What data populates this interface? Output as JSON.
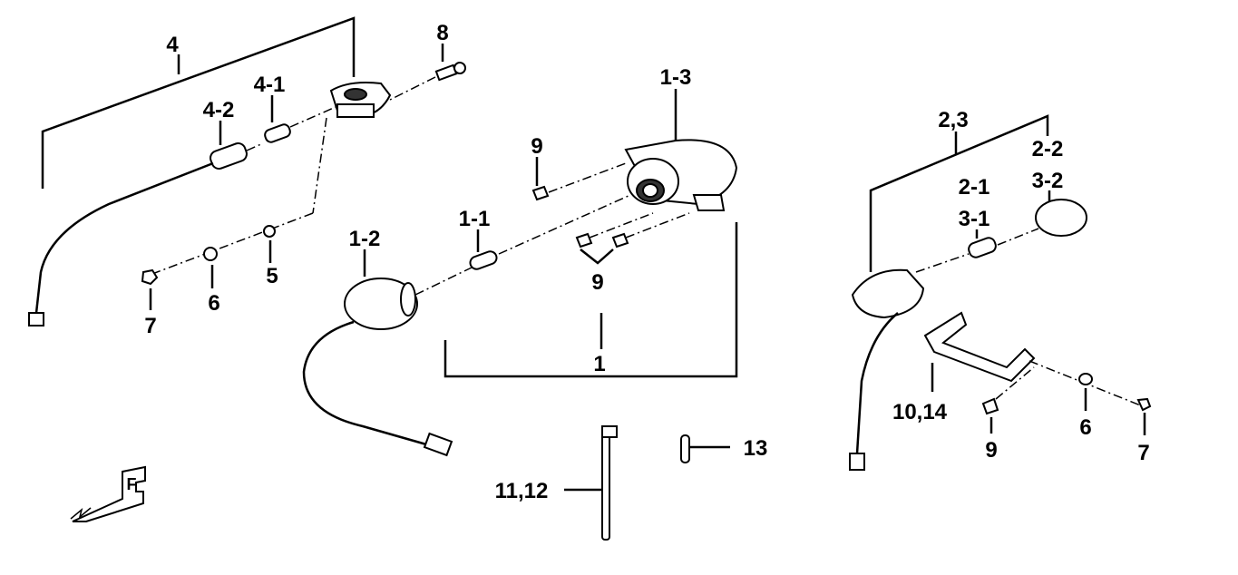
{
  "diagram": {
    "title": "Lighting parts exploded view",
    "labels": {
      "l4": "4",
      "l8": "8",
      "l4_1": "4-1",
      "l4_2": "4-2",
      "l1_3": "1-3",
      "l9a": "9",
      "l2_3": "2,3",
      "l2_2": "2-2",
      "l3_2": "3-2",
      "l2_1": "2-1",
      "l3_1": "3-1",
      "l1_1": "1-1",
      "l1_2": "1-2",
      "l5": "5",
      "l6a": "6",
      "l7a": "7",
      "l9b": "9",
      "l1": "1",
      "l10_14": "10,14",
      "l9c": "9",
      "l6b": "6",
      "l7b": "7",
      "l13": "13",
      "l11_12": "11,12"
    },
    "direction_marker": "F"
  }
}
